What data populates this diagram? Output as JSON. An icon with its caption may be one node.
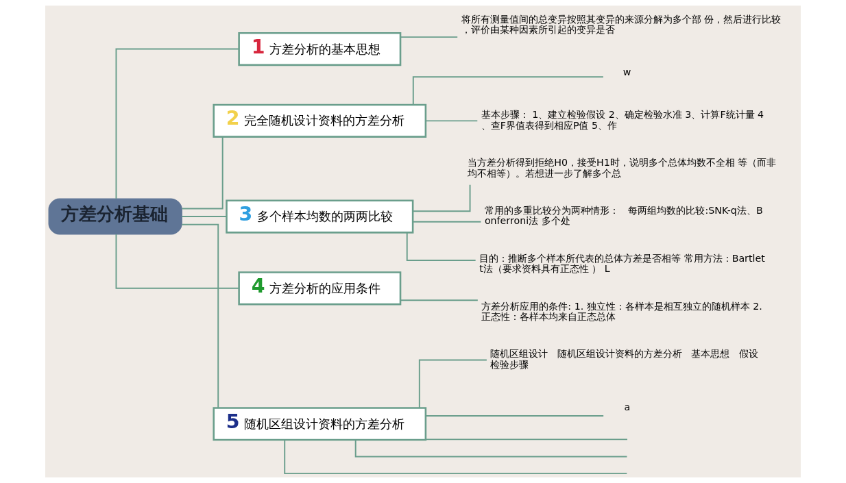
{
  "diagram": {
    "nodes": [
      {
        "text": [
          "方差分析基础"
        ]
      },
      {
        "text": [
          "1",
          "方差分析的基本思想"
        ]
      },
      {
        "text": [
          "将所有测量值间的总变异按照其变异的来源分解为多个部 份，然后进行比较，评价由某种因素所引起的变异是否"
        ]
      },
      {
        "text": [
          "2",
          "完全随机设计资料的方差分析"
        ]
      },
      {
        "text": [
          "w"
        ]
      },
      {
        "text": [
          "基本步骤： 1、建立检验假设 2、确定检验水准 3、计算F统计量 4、查F界值表得到相应P值 5、作"
        ]
      },
      {
        "text": [
          "3",
          "多个样本均数的两两比较"
        ]
      },
      {
        "text": [
          "当方差分析得到拒绝H0，接受H1时，说明多个总体均数不全相 等（而非均不相等）。若想进一步了解多个总"
        ]
      },
      {
        "text": [
          "常用的多重比较分为两种情形：   每两组均数的比较:SNK-q法、Bonferroni法 多个处"
        ]
      },
      {
        "text": [
          "目的：推断多个样本所代表的总体方差是否相等 常用方法：Bartlett法（要求资料具有正态性 ） L"
        ]
      },
      {
        "text": [
          "4",
          "方差分析的应用条件"
        ]
      },
      {
        "text": [
          "方差分析应用的条件: 1. 独立性：各样本是相互独立的随机样本 2. 正态性：各样本均来自正态总体"
        ]
      },
      {
        "text": [
          "5",
          "随机区组设计资料的方差分析"
        ]
      },
      {
        "text": [
          "随机区组设计   随机区组设计资料的方差分析   基本思想   假设检验步骤"
        ]
      },
      {
        "text": [
          "a"
        ]
      }
    ],
    "edges": [
      {
        "from": 0,
        "to": 1,
        "arrow": "none"
      },
      {
        "from": 1,
        "to": 2,
        "arrow": "none"
      },
      {
        "from": 0,
        "to": 3,
        "arrow": "none"
      },
      {
        "from": 3,
        "to": 4,
        "arrow": "none"
      },
      {
        "from": 3,
        "to": 5,
        "arrow": "none"
      },
      {
        "from": 0,
        "to": 6,
        "arrow": "none"
      },
      {
        "from": 6,
        "to": 7,
        "arrow": "none"
      },
      {
        "from": 6,
        "to": 8,
        "arrow": "none"
      },
      {
        "from": 6,
        "to": 9,
        "arrow": "none"
      },
      {
        "from": 0,
        "to": 10,
        "arrow": "none"
      },
      {
        "from": 10,
        "to": 11,
        "arrow": "none"
      },
      {
        "from": 0,
        "to": 12,
        "arrow": "none"
      },
      {
        "from": 12,
        "to": 13,
        "arrow": "none"
      },
      {
        "from": 12,
        "to": 14,
        "arrow": "none"
      },
      {
        "from": 12,
        "to": null,
        "arrow": "none"
      },
      {
        "from": 12,
        "to": null,
        "arrow": "none"
      },
      {
        "from": 12,
        "to": null,
        "arrow": "none"
      }
    ]
  }
}
